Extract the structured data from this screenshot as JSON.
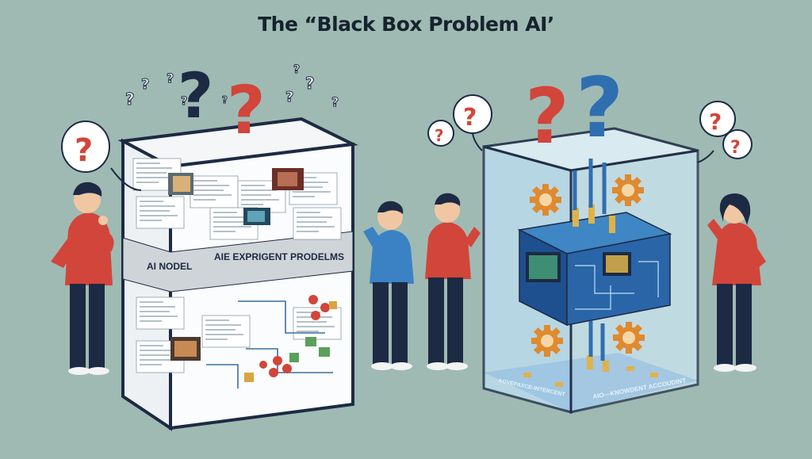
{
  "title": "The “Black Box Problem AI’",
  "left_box": {
    "label_model": "AI NODEL",
    "label_problems": "AIE EXPRIGENT PRODELMS"
  },
  "right_box": {
    "base_label_left": "AOVEPAXCE-INTERCENT",
    "base_label_right": "AIO—KNOWDENT ACCOUDINT"
  },
  "colors": {
    "background": "#9fbab3",
    "red": "#d2453a",
    "navy": "#1d2a44",
    "blue": "#2f6fb0",
    "gear": "#e08a2e",
    "glass": "#bfe0f4"
  }
}
